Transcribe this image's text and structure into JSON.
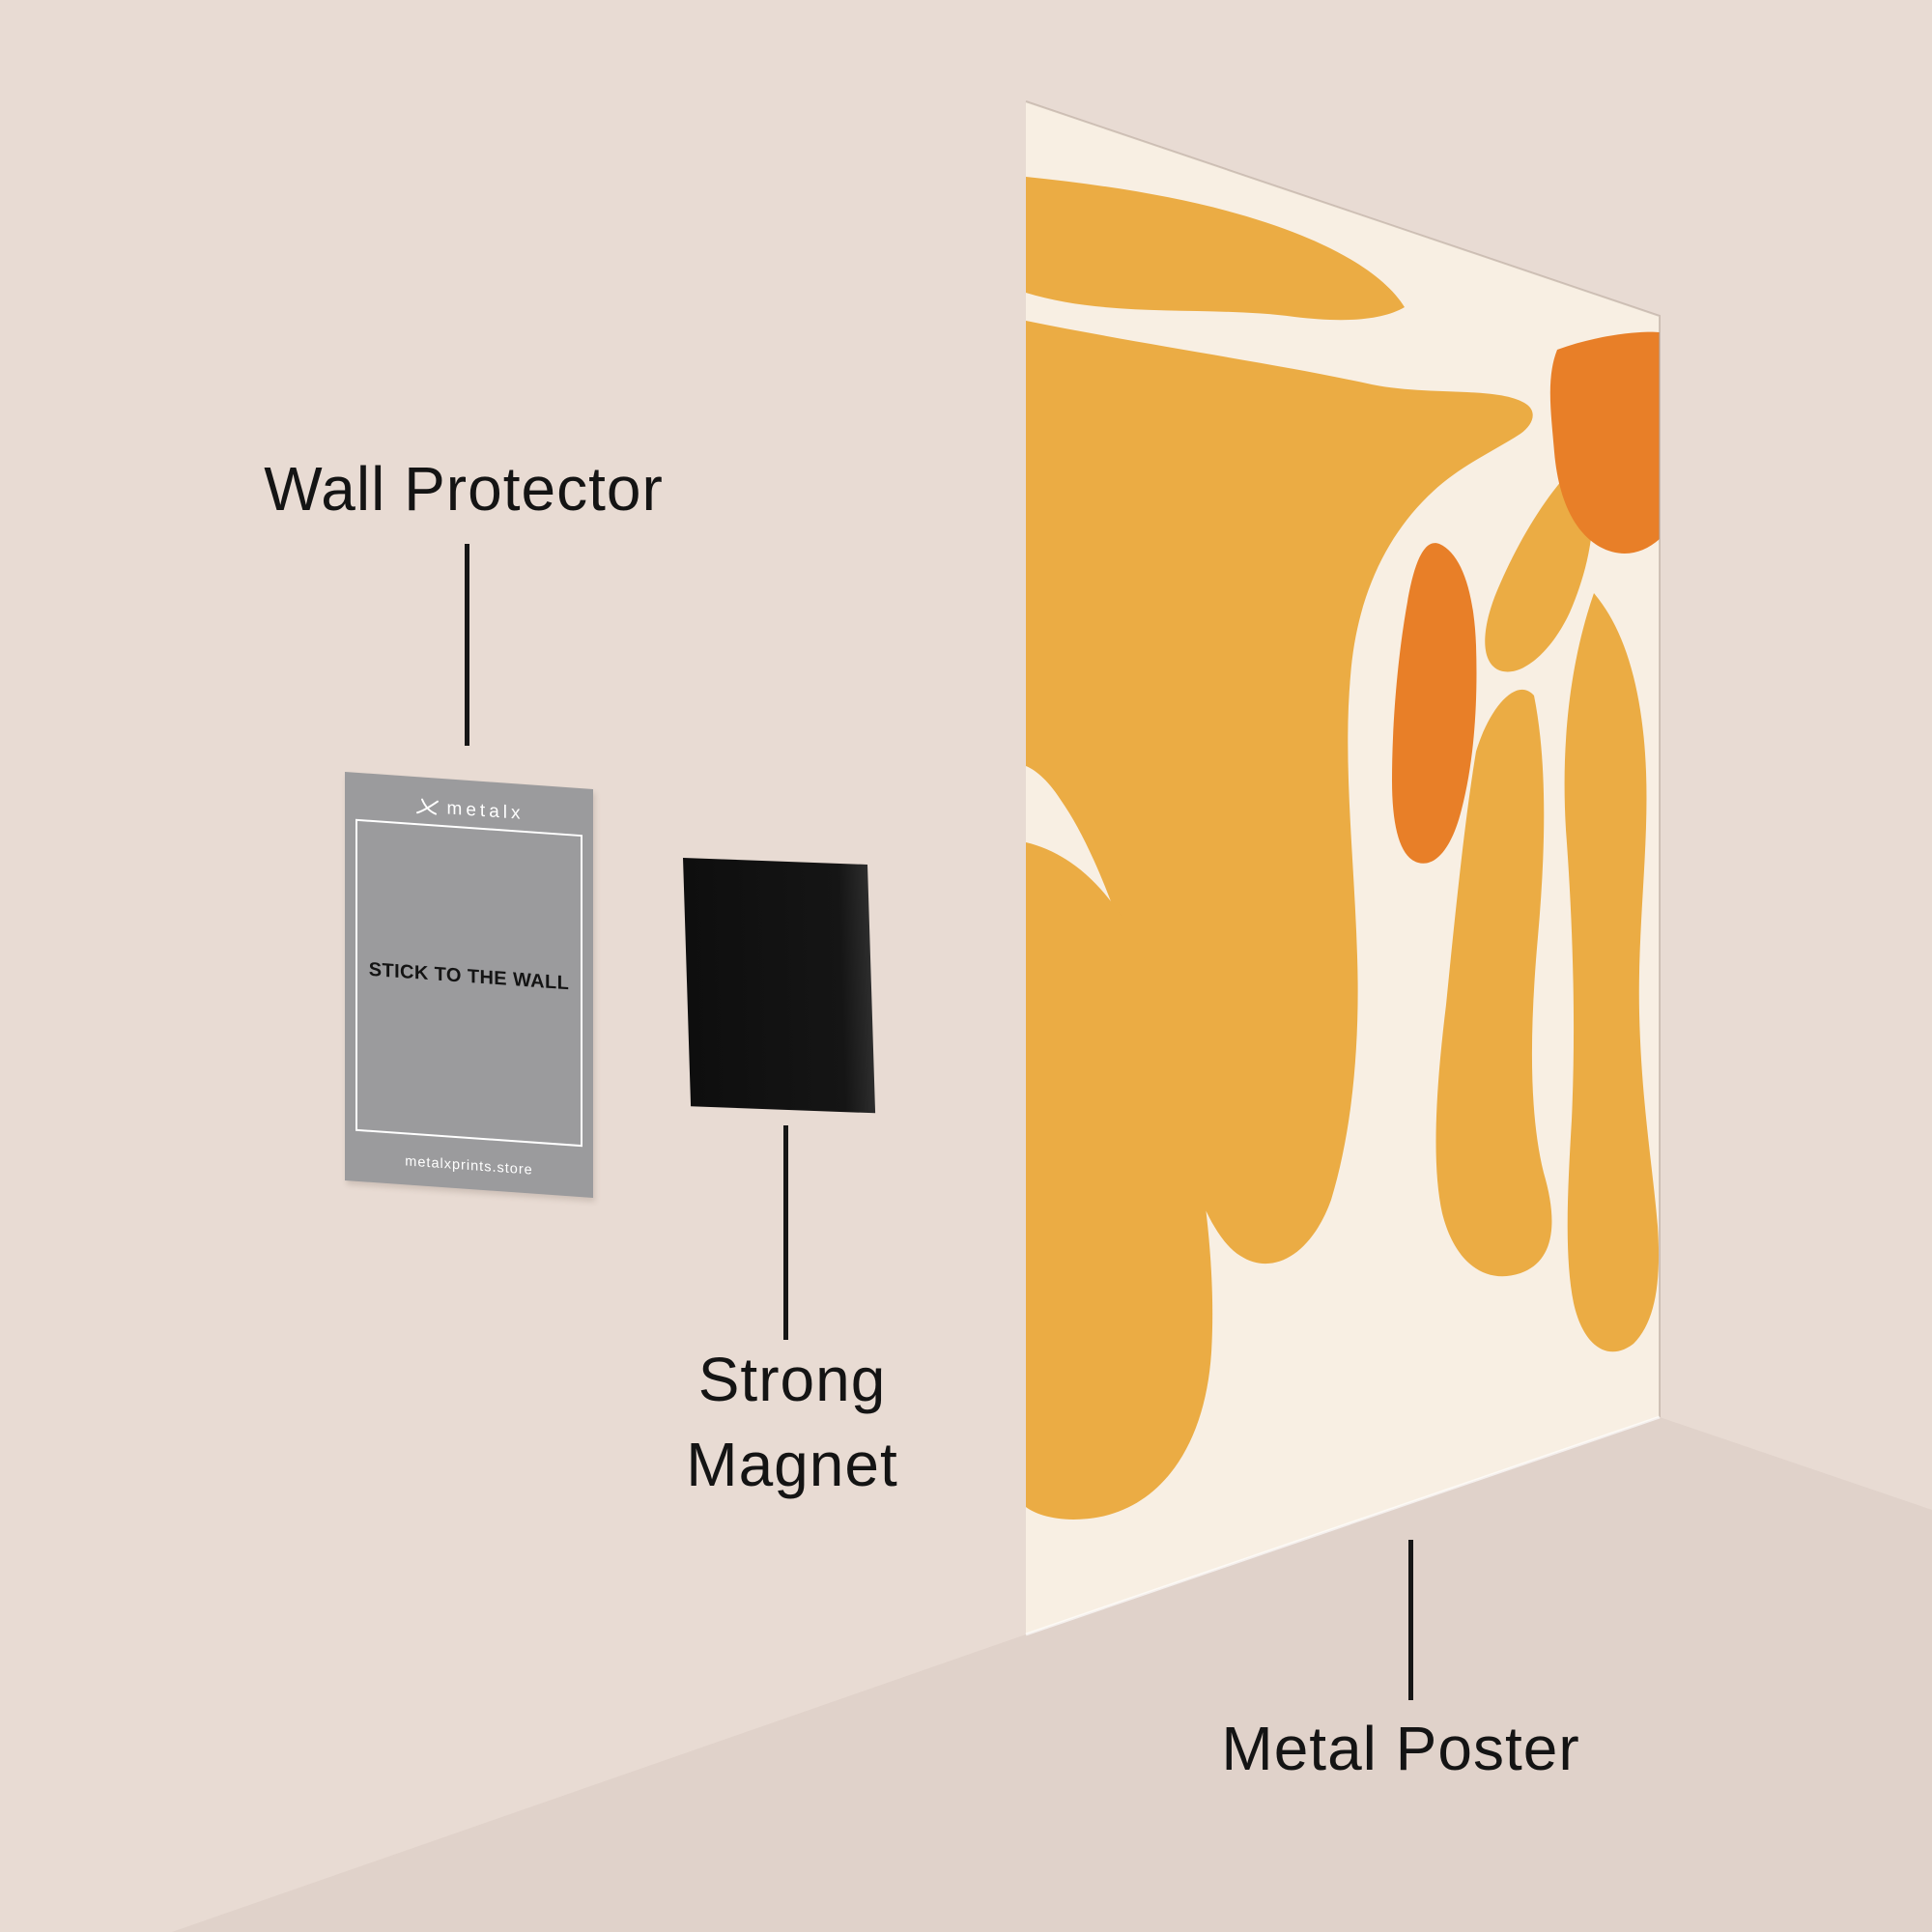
{
  "scene": {
    "background_color": "#E8DBD3",
    "shadow_color": "#E0D2CA"
  },
  "labels": {
    "wall_protector": "Wall Protector",
    "strong_magnet_line1": "Strong",
    "strong_magnet_line2": "Magnet",
    "metal_poster": "Metal Poster"
  },
  "wall_protector_card": {
    "brand": "metalx",
    "center_text": "STICK TO THE WALL",
    "website": "metalxprints.store",
    "card_color": "#9B9B9D",
    "brand_text_color": "#FFFFFF",
    "center_text_color": "#141414"
  },
  "magnet": {
    "color": "#141414"
  },
  "poster": {
    "base_color": "#F8EFE3",
    "petal_color": "#EBAC44",
    "accent_color": "#E87F28",
    "edge_line_color": "#B3A298",
    "bottom_edge_highlight": "#FFFFFF"
  }
}
